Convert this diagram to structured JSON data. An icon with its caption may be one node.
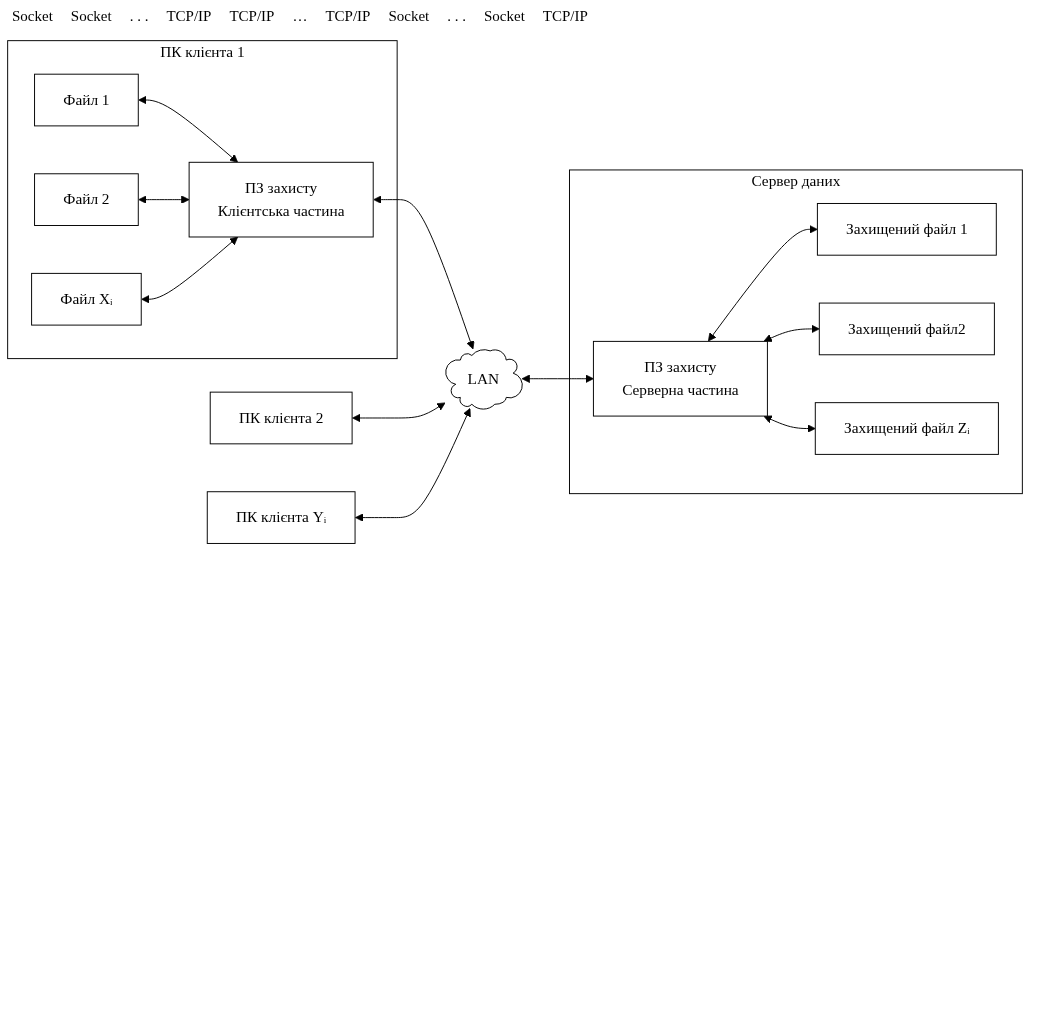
{
  "diagram": {
    "nodes": [
      {
        "text": [
          "ПК клієнта 1"
        ]
      },
      {
        "text": [
          "Файл 1"
        ],
        "in": 0
      },
      {
        "text": [
          "ПЗ захисту",
          "Клієнтська частина"
        ],
        "in": 0
      },
      {
        "text": [
          "Файл 2"
        ],
        "in": 0
      },
      {
        "text": [
          "Файл Xᵢ"
        ],
        "in": 0
      },
      {
        "text": [
          "LAN"
        ]
      },
      {
        "text": [
          "Сервер даних"
        ]
      },
      {
        "text": [
          "ПЗ захисту",
          "Серверна частина"
        ],
        "in": 6
      },
      {
        "text": [
          "Захищений файл 1"
        ],
        "in": 6
      },
      {
        "text": [
          "Захищений файл2"
        ],
        "in": 6
      },
      {
        "text": [
          "Захищений файл Zᵢ"
        ],
        "in": 6
      },
      {
        "text": [
          "ПК клієнта 2"
        ]
      },
      {
        "text": [
          "ПК клієнта Yᵢ"
        ]
      }
    ],
    "edges": [
      {
        "from": 1,
        "to": 2,
        "arrow": "both"
      },
      {
        "from": 3,
        "to": 2,
        "arrow": "both"
      },
      {
        "from": 4,
        "to": 2,
        "arrow": "both"
      },
      {
        "from": 2,
        "to": 5,
        "arrow": "both"
      },
      {
        "from": 5,
        "to": 7,
        "arrow": "both"
      },
      {
        "from": 7,
        "to": 8,
        "arrow": "both"
      },
      {
        "from": 7,
        "to": 9,
        "arrow": "both"
      },
      {
        "from": 7,
        "to": 10,
        "arrow": "both"
      },
      {
        "from": 11,
        "to": 5,
        "arrow": "both"
      },
      {
        "from": 12,
        "to": 5,
        "arrow": "both"
      }
    ],
    "labels": [
      "Socket",
      "Socket",
      ". . .",
      "TCP/IP",
      "TCP/IP",
      "…",
      "TCP/IP",
      "Socket",
      ". . .",
      "Socket",
      "TCP/IP"
    ]
  }
}
